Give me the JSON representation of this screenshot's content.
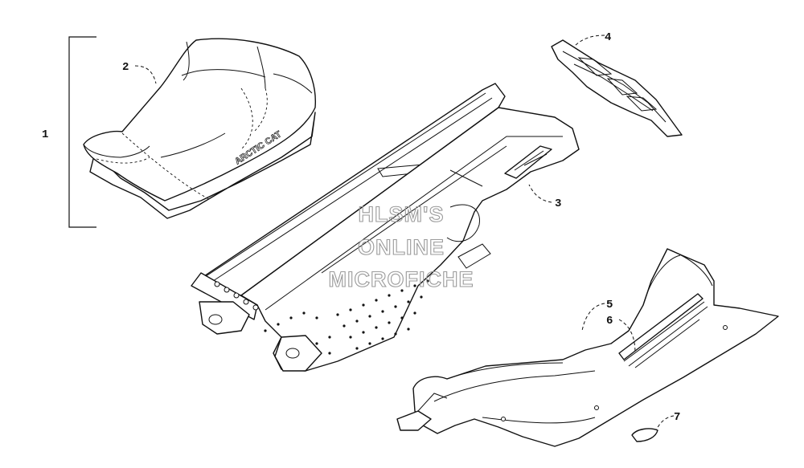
{
  "watermark": {
    "line1": "HLSM'S",
    "line2": "ONLINE",
    "line3": "MICROFICHE",
    "color": "#9a9a9a"
  },
  "seat": {
    "logo_text": "ARCTIC CAT"
  },
  "callouts": [
    {
      "number": "1",
      "part": "seat-assembly"
    },
    {
      "number": "2",
      "part": "seat"
    },
    {
      "number": "3",
      "part": "tunnel"
    },
    {
      "number": "4",
      "part": "flap"
    },
    {
      "number": "5",
      "part": "side-panel"
    },
    {
      "number": "6",
      "part": "decal"
    },
    {
      "number": "7",
      "part": "emblem"
    }
  ],
  "line_color": "#111111"
}
